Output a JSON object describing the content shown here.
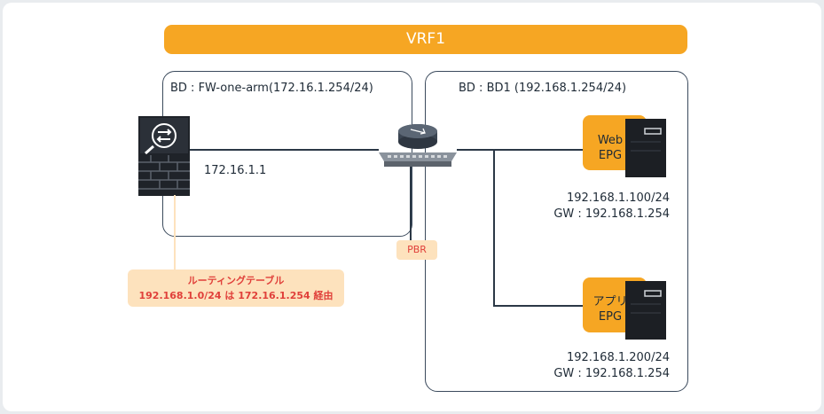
{
  "vrf": {
    "label": "VRF1"
  },
  "bd_left": {
    "label": "BD : FW-one-arm(172.16.1.254/24)"
  },
  "bd_right": {
    "label": "BD : BD1 (192.168.1.254/24)"
  },
  "firewall": {
    "ip": "172.16.1.1",
    "icon": "firewall-icon"
  },
  "router": {
    "icon": "router-switch-icon"
  },
  "pbr": {
    "label": "PBR"
  },
  "routing_note": {
    "line1": "ルーティングテーブル",
    "line2": "192.168.1.0/24 は 172.16.1.254 経由"
  },
  "web_epg": {
    "name_line1": "Web",
    "name_line2": "EPG",
    "ip": "192.168.1.100/24",
    "gw": "GW : 192.168.1.254"
  },
  "app_epg": {
    "name_line1": "アプリ",
    "name_line2": "EPG",
    "ip": "192.168.1.200/24",
    "gw": "GW : 192.168.1.254"
  },
  "colors": {
    "accent": "#f6a623",
    "tag_bg": "#fde2bd",
    "tag_text": "#e0403a",
    "line": "#2b3846"
  }
}
